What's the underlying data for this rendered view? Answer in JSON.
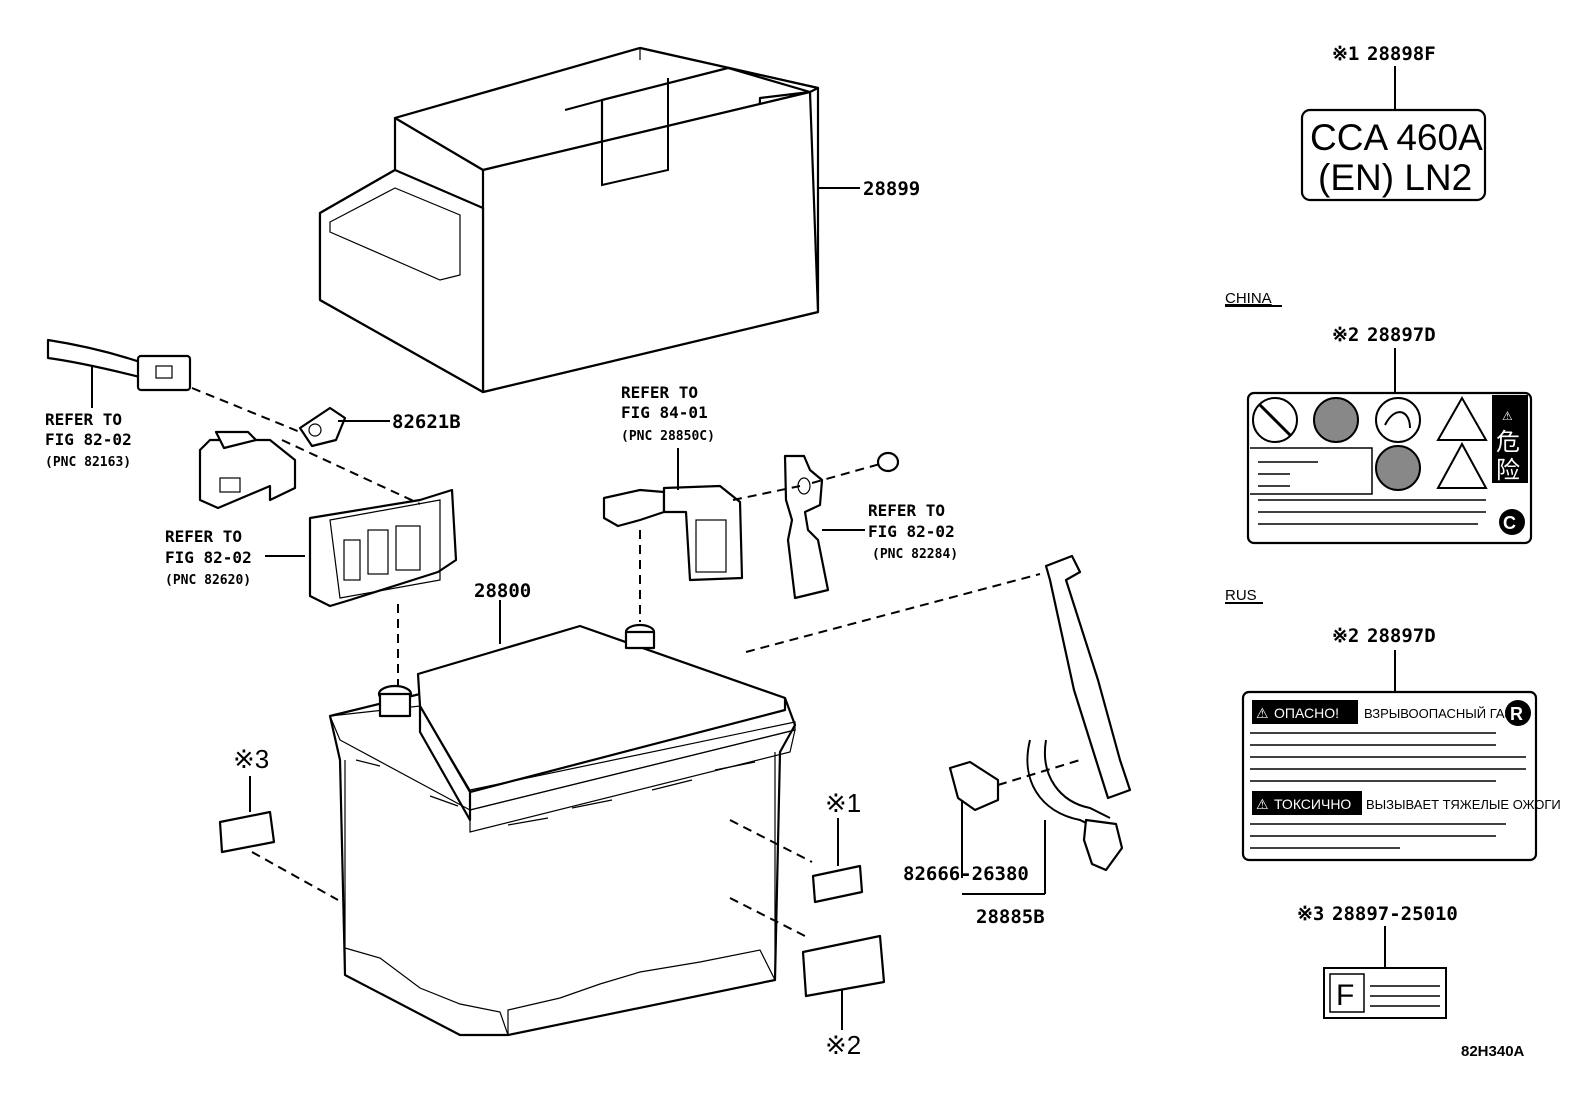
{
  "diagram": {
    "id_code": "82H340A",
    "labels": {
      "cover": "28899",
      "battery": "28800",
      "terminal_cap": "82621B",
      "bracket": "82666-26380",
      "cable_assy": "28885B",
      "ref1": {
        "l1": "REFER TO",
        "l2": "FIG 82-02",
        "l3": "(PNC 82163)"
      },
      "ref2": {
        "l1": "REFER TO",
        "l2": "FIG 82-02",
        "l3": "(PNC 82620)"
      },
      "ref3": {
        "l1": "REFER TO",
        "l2": "FIG 84-01",
        "l3": "(PNC 28850C)"
      },
      "ref4": {
        "l1": "REFER TO",
        "l2": "FIG 82-02",
        "l3": "(PNC 82284)"
      },
      "note1": "※1",
      "note2": "※2",
      "note3": "※3"
    },
    "labels_panel": {
      "label1": {
        "mark": "※1",
        "pn": "28898F",
        "line1": "CCA 460A",
        "line2": "(EN) LN2"
      },
      "china": {
        "region": "CHINA",
        "mark": "※2",
        "pn": "28897D",
        "kanji1": "危",
        "kanji2": "险",
        "badge": "C"
      },
      "rus": {
        "region": "RUS",
        "mark": "※2",
        "pn": "28897D",
        "warn1": "ОПАСНО!",
        "text1": "ВЗРЫВООПАСНЫЙ ГАЗ",
        "warn2": "ТОКСИЧНО",
        "text2": "ВЫЗЫВАЕТ ТЯЖЕЛЫЕ ОЖОГИ",
        "badge": "R"
      },
      "label3": {
        "mark": "※3",
        "pn": "28897-25010",
        "letter": "F"
      }
    }
  }
}
